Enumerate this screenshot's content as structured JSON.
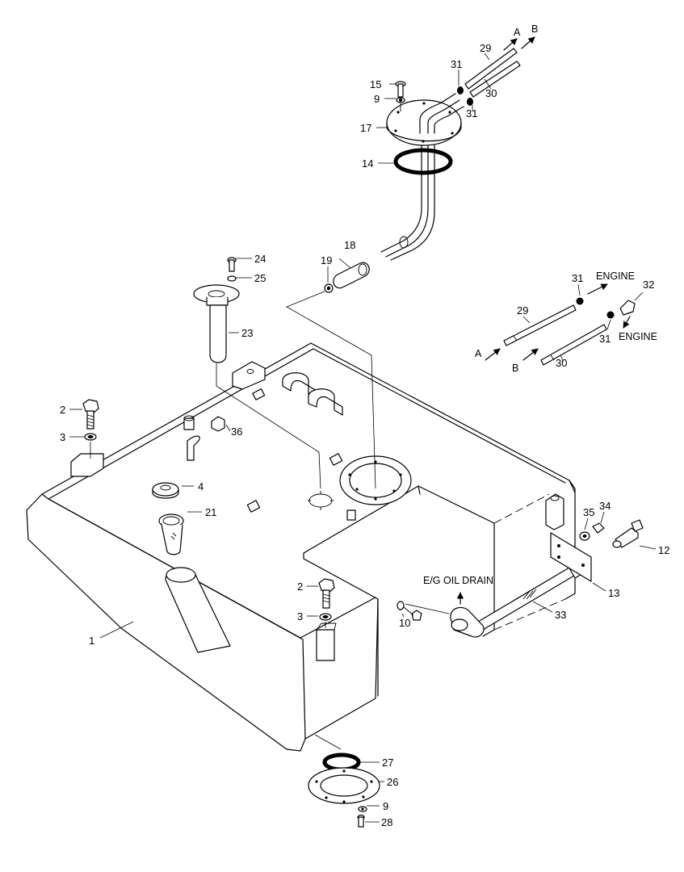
{
  "callouts": {
    "c1": "1",
    "c2a": "2",
    "c2b": "2",
    "c3a": "3",
    "c3b": "3",
    "c4": "4",
    "c9a": "9",
    "c9b": "9",
    "c10": "10",
    "c12": "12",
    "c13": "13",
    "c14": "14",
    "c15": "15",
    "c17": "17",
    "c18": "18",
    "c19": "19",
    "c21": "21",
    "c23": "23",
    "c24": "24",
    "c25": "25",
    "c26": "26",
    "c27": "27",
    "c28": "28",
    "c29a": "29",
    "c29b": "29",
    "c30a": "30",
    "c30b": "30",
    "c31a": "31",
    "c31b": "31",
    "c31c": "31",
    "c31d": "31",
    "c32": "32",
    "c33": "33",
    "c34": "34",
    "c35": "35",
    "c36": "36"
  },
  "flow_labels": {
    "a_top": "A",
    "b_top": "B",
    "a_side": "A",
    "b_side": "B",
    "engine_top": "ENGINE",
    "engine_bottom": "ENGINE",
    "oil_drain": "E/G OIL DRAIN"
  },
  "icons": [
    "arrow-icon",
    "gasket-icon",
    "bolt-icon"
  ]
}
